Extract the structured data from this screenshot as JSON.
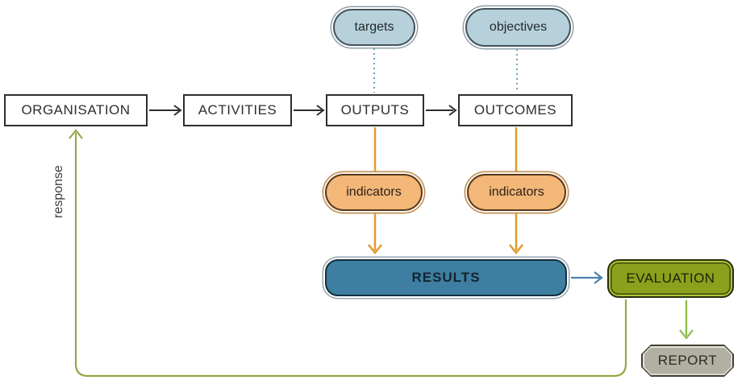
{
  "diagram": {
    "flow_nodes": {
      "organisation": "ORGANISATION",
      "activities": "ACTIVITIES",
      "outputs": "OUTPUTS",
      "outcomes": "OUTCOMES"
    },
    "reference_nodes": {
      "targets": "targets",
      "objectives": "objectives"
    },
    "indicator_nodes": {
      "indicators_outputs": "indicators",
      "indicators_outcomes": "indicators"
    },
    "result_nodes": {
      "results": "RESULTS",
      "evaluation": "EVALUATION",
      "report": "REPORT"
    },
    "edge_labels": {
      "response": "response"
    },
    "edges": [
      {
        "from": "organisation",
        "to": "activities",
        "style": "solid-black-arrow"
      },
      {
        "from": "activities",
        "to": "outputs",
        "style": "solid-black-arrow"
      },
      {
        "from": "outputs",
        "to": "outcomes",
        "style": "solid-black-arrow"
      },
      {
        "from": "targets",
        "to": "outputs",
        "style": "dotted-blue-line"
      },
      {
        "from": "objectives",
        "to": "outcomes",
        "style": "dotted-blue-line"
      },
      {
        "from": "outputs",
        "to": "results",
        "through": "indicators_outputs",
        "style": "orange-arrow"
      },
      {
        "from": "outcomes",
        "to": "results",
        "through": "indicators_outcomes",
        "style": "orange-arrow"
      },
      {
        "from": "results",
        "to": "evaluation",
        "style": "blue-arrow"
      },
      {
        "from": "evaluation",
        "to": "report",
        "style": "green-arrow"
      },
      {
        "from": "evaluation",
        "to": "organisation",
        "style": "olive-arrow",
        "label": "response"
      }
    ],
    "colors": {
      "flow_box_border": "#2e2e2e",
      "reference_fill": "#b7d1dc",
      "indicator_fill": "#f3b778",
      "results_fill": "#3e7ea1",
      "evaluation_fill": "#8ba01c",
      "report_fill": "#b2b0a2",
      "black_line": "#2e2e2e",
      "dotted_line": "#67a3ba",
      "orange_line": "#df9b2f",
      "blue_line": "#4d82aa",
      "green_line": "#8cba45",
      "olive_line": "#9ba447"
    }
  }
}
